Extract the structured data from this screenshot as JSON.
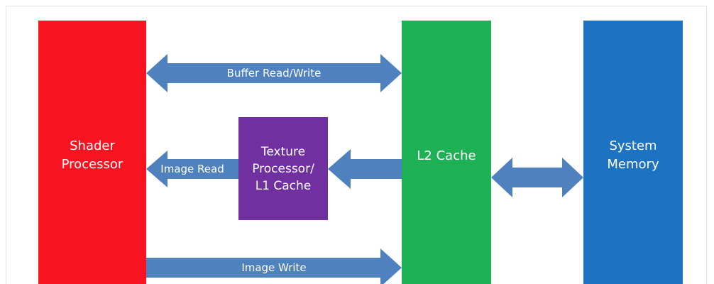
{
  "blocks": {
    "shader": {
      "label": "Shader\nProcessor",
      "color": "#f7131f"
    },
    "texture": {
      "label": "Texture\nProcessor/\nL1 Cache",
      "color": "#7030a0"
    },
    "l2": {
      "label": "L2 Cache",
      "color": "#1db054"
    },
    "memory": {
      "label": "System\nMemory",
      "color": "#1d72c2"
    }
  },
  "arrows": {
    "color": "#4e81bd",
    "buffer_rw": "Buffer Read/Write",
    "image_read": "Image Read",
    "image_write": "Image Write"
  }
}
